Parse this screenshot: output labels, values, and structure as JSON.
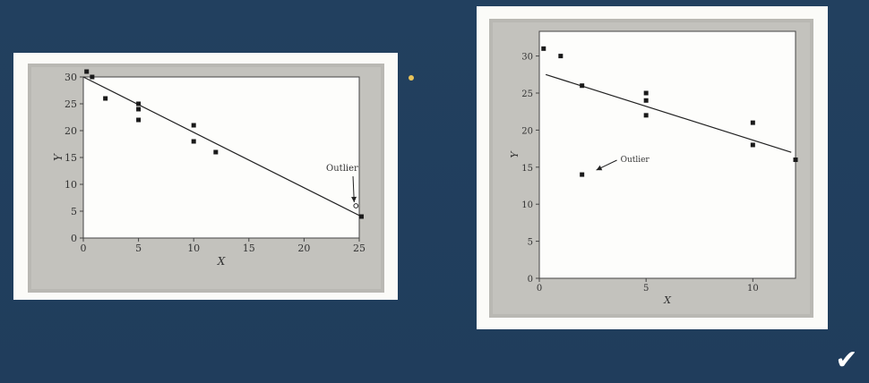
{
  "slide": {
    "checkmark_icon": "checkmark-icon",
    "checkmark_glyph": "✔",
    "bullet_color": "#e8c35a",
    "background_color": "#223f5f"
  },
  "chart_data": [
    {
      "type": "scatter",
      "xlabel": "X",
      "ylabel": "Y",
      "xlim": [
        0,
        25
      ],
      "ylim": [
        0,
        30
      ],
      "x_ticks": [
        "0",
        "5",
        "10",
        "15",
        "20",
        "25"
      ],
      "y_ticks": [
        "0",
        "5",
        "10",
        "15",
        "20",
        "25",
        "30"
      ],
      "points": [
        {
          "x": 0.3,
          "y": 31
        },
        {
          "x": 0.8,
          "y": 30
        },
        {
          "x": 2,
          "y": 26
        },
        {
          "x": 5,
          "y": 25
        },
        {
          "x": 5,
          "y": 24
        },
        {
          "x": 5,
          "y": 22
        },
        {
          "x": 10,
          "y": 21
        },
        {
          "x": 10,
          "y": 18
        },
        {
          "x": 12,
          "y": 16
        },
        {
          "x": 25.2,
          "y": 4
        }
      ],
      "outlier_point": {
        "x": 24.7,
        "y": 6
      },
      "fit_line": {
        "x1": 0,
        "y1": 30,
        "x2": 25.2,
        "y2": 4
      },
      "annotation": {
        "text": "Outlier",
        "text_x": 22,
        "text_y": 12.5
      }
    },
    {
      "type": "scatter",
      "xlabel": "X",
      "ylabel": "Y",
      "xlim": [
        0,
        12
      ],
      "ylim": [
        0,
        30
      ],
      "x_ticks": [
        "0",
        "5",
        "10"
      ],
      "y_ticks": [
        "0",
        "5",
        "10",
        "15",
        "20",
        "25",
        "30"
      ],
      "points": [
        {
          "x": 0.2,
          "y": 31
        },
        {
          "x": 1,
          "y": 30
        },
        {
          "x": 2,
          "y": 26
        },
        {
          "x": 2,
          "y": 14
        },
        {
          "x": 5,
          "y": 25
        },
        {
          "x": 5,
          "y": 24
        },
        {
          "x": 5,
          "y": 22
        },
        {
          "x": 10,
          "y": 21
        },
        {
          "x": 10,
          "y": 18
        },
        {
          "x": 12,
          "y": 16
        }
      ],
      "fit_line": {
        "x1": 0.3,
        "y1": 27.5,
        "x2": 11.8,
        "y2": 17
      },
      "annotation": {
        "text": "Outlier",
        "text_x": 3.8,
        "text_y": 15.7
      }
    }
  ]
}
